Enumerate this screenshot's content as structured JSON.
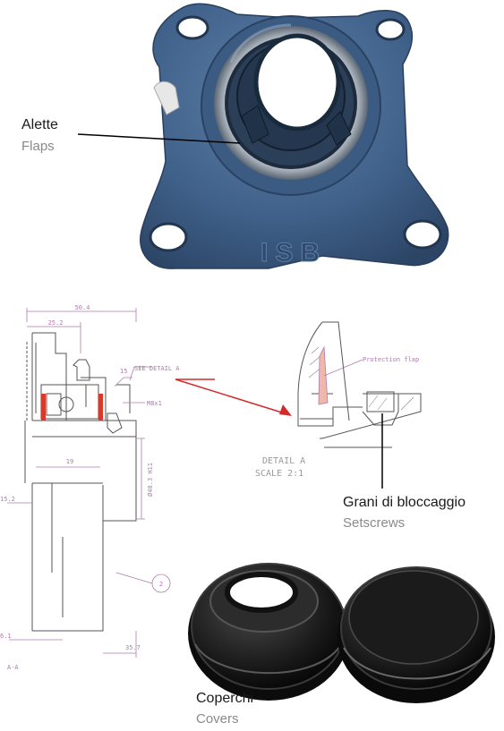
{
  "callouts": {
    "flaps": {
      "it": "Alette",
      "en": "Flaps"
    },
    "setscrews": {
      "it": "Grani di bloccaggio",
      "en": "Setscrews"
    },
    "covers": {
      "it": "Coperchi",
      "en": "Covers"
    }
  },
  "housing_marking": "ISB",
  "drawing": {
    "dims": [
      "50.4",
      "25.2",
      "19",
      "M8x1",
      "Ø40.3 H11",
      "15.2",
      "35.7",
      "6.1",
      "15"
    ],
    "detail_ref": "SEE DETAIL A",
    "balloon": "2",
    "section_label": "A-A"
  },
  "detail": {
    "title": "DETAIL A",
    "scale": "SCALE 2:1",
    "annotation": "Protection flap"
  },
  "colors": {
    "housing_blue": "#3f5f86",
    "cad_dim": "#b07ab0",
    "cad_line": "#555555",
    "flap_fill": "#f0b8a8",
    "seal_red": "#d63a2a",
    "arrow_red": "#d42a2a",
    "cover_black": "#151515"
  }
}
